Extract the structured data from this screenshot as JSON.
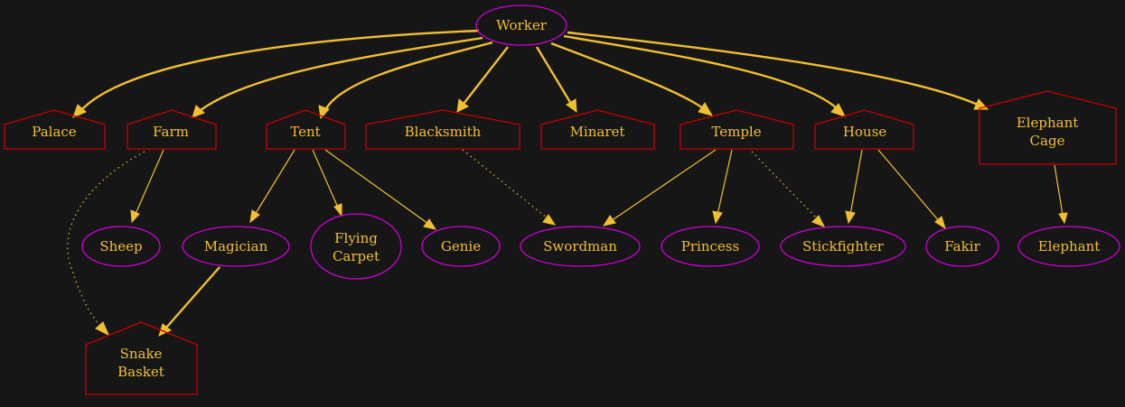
{
  "colors": {
    "background": "#161616",
    "building_outline": "#c80000",
    "unit_outline": "#d000d8",
    "label_and_edge": "#f2c02e"
  },
  "nodes": {
    "worker": [
      "Worker"
    ],
    "palace": [
      "Palace"
    ],
    "farm": [
      "Farm"
    ],
    "tent": [
      "Tent"
    ],
    "blacksmith": [
      "Blacksmith"
    ],
    "minaret": [
      "Minaret"
    ],
    "temple": [
      "Temple"
    ],
    "house": [
      "House"
    ],
    "elephant_cage": [
      "Elephant",
      "Cage"
    ],
    "sheep": [
      "Sheep"
    ],
    "magician": [
      "Magician"
    ],
    "flying_carpet": [
      "Flying",
      "Carpet"
    ],
    "genie": [
      "Genie"
    ],
    "swordman": [
      "Swordman"
    ],
    "princess": [
      "Princess"
    ],
    "stickfighter": [
      "Stickfighter"
    ],
    "fakir": [
      "Fakir"
    ],
    "elephant": [
      "Elephant"
    ],
    "snake_basket": [
      "Snake",
      "Basket"
    ]
  },
  "edges": [
    {
      "from": "worker",
      "to": "palace",
      "style": "bold"
    },
    {
      "from": "worker",
      "to": "farm",
      "style": "bold"
    },
    {
      "from": "worker",
      "to": "tent",
      "style": "bold"
    },
    {
      "from": "worker",
      "to": "blacksmith",
      "style": "bold"
    },
    {
      "from": "worker",
      "to": "minaret",
      "style": "bold"
    },
    {
      "from": "worker",
      "to": "temple",
      "style": "bold"
    },
    {
      "from": "worker",
      "to": "house",
      "style": "bold"
    },
    {
      "from": "worker",
      "to": "elephant_cage",
      "style": "bold"
    },
    {
      "from": "farm",
      "to": "sheep",
      "style": "solid"
    },
    {
      "from": "farm",
      "to": "snake_basket",
      "style": "dotted"
    },
    {
      "from": "tent",
      "to": "magician",
      "style": "solid"
    },
    {
      "from": "tent",
      "to": "flying_carpet",
      "style": "solid"
    },
    {
      "from": "tent",
      "to": "genie",
      "style": "solid"
    },
    {
      "from": "blacksmith",
      "to": "swordman",
      "style": "dotted"
    },
    {
      "from": "temple",
      "to": "swordman",
      "style": "solid"
    },
    {
      "from": "temple",
      "to": "princess",
      "style": "solid"
    },
    {
      "from": "temple",
      "to": "stickfighter",
      "style": "dotted"
    },
    {
      "from": "house",
      "to": "stickfighter",
      "style": "solid"
    },
    {
      "from": "house",
      "to": "fakir",
      "style": "solid"
    },
    {
      "from": "elephant_cage",
      "to": "elephant",
      "style": "solid"
    },
    {
      "from": "magician",
      "to": "snake_basket",
      "style": "bold"
    }
  ]
}
